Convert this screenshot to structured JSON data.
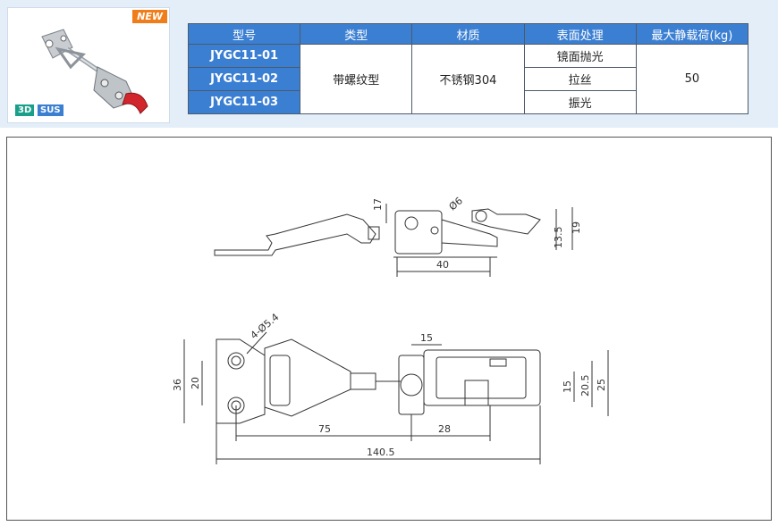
{
  "badges": {
    "new": "NEW",
    "three_d": "3D",
    "material": "SUS"
  },
  "table": {
    "headers": [
      "型号",
      "类型",
      "材质",
      "表面处理",
      "最大静载荷(kg)"
    ],
    "models": [
      "JYGC11-01",
      "JYGC11-02",
      "JYGC11-03"
    ],
    "type": "带螺纹型",
    "material": "不锈钢304",
    "finishes": [
      "镜面抛光",
      "拉丝",
      "振光"
    ],
    "max_load": "50"
  },
  "dimensions": {
    "side_height": "17",
    "side_hole": "Ø6",
    "side_width": "40",
    "side_h1": "13.5",
    "side_h2": "19",
    "top_holes": "4-Ø5.4",
    "base_height": "36",
    "hole_spacing": "20",
    "hook_width": "15",
    "width_15": "15",
    "width_20_5": "20.5",
    "width_25": "25",
    "len_75": "75",
    "len_28": "28",
    "total_len": "140.5"
  }
}
